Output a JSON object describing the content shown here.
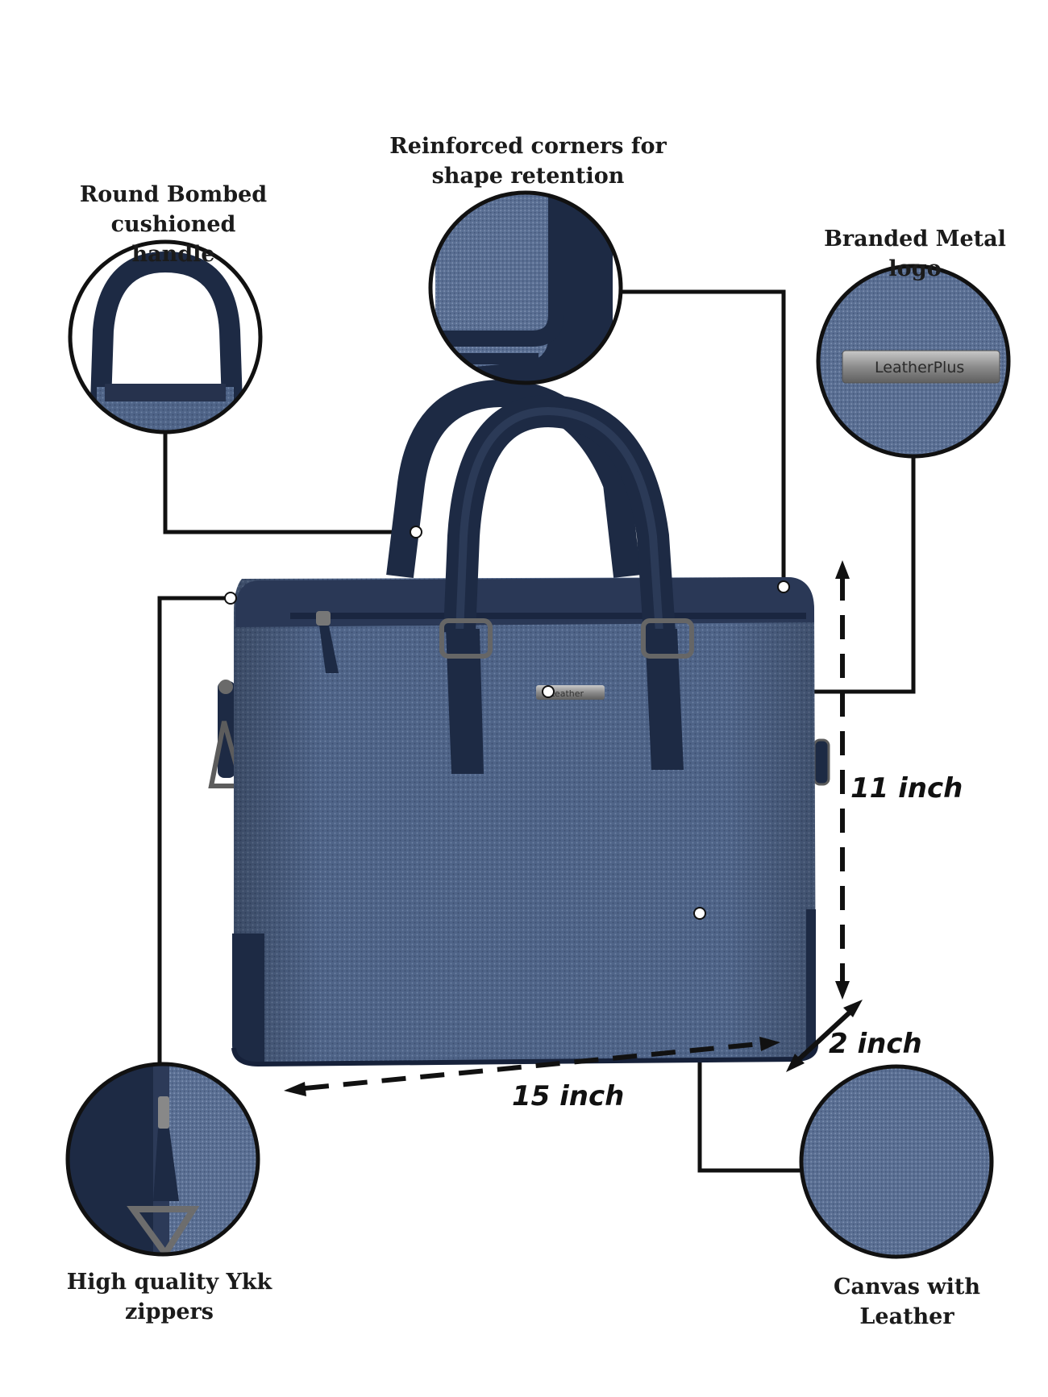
{
  "features": {
    "handle": "Round Bombed cushioned\nhandle",
    "corners": "Reinforced corners for\nshape retention",
    "logo": "Branded Metal logo",
    "zippers": "High quality Ykk zippers",
    "material": "Canvas with Leather"
  },
  "logo_text": "LeatherPlus",
  "logo_text_small": "Leather",
  "dimensions": {
    "height": "11 inch",
    "depth": "2 inch",
    "width": "15 inch"
  },
  "colors": {
    "canvas": "#4a5f82",
    "leather": "#1d2a44",
    "line": "#111111"
  }
}
